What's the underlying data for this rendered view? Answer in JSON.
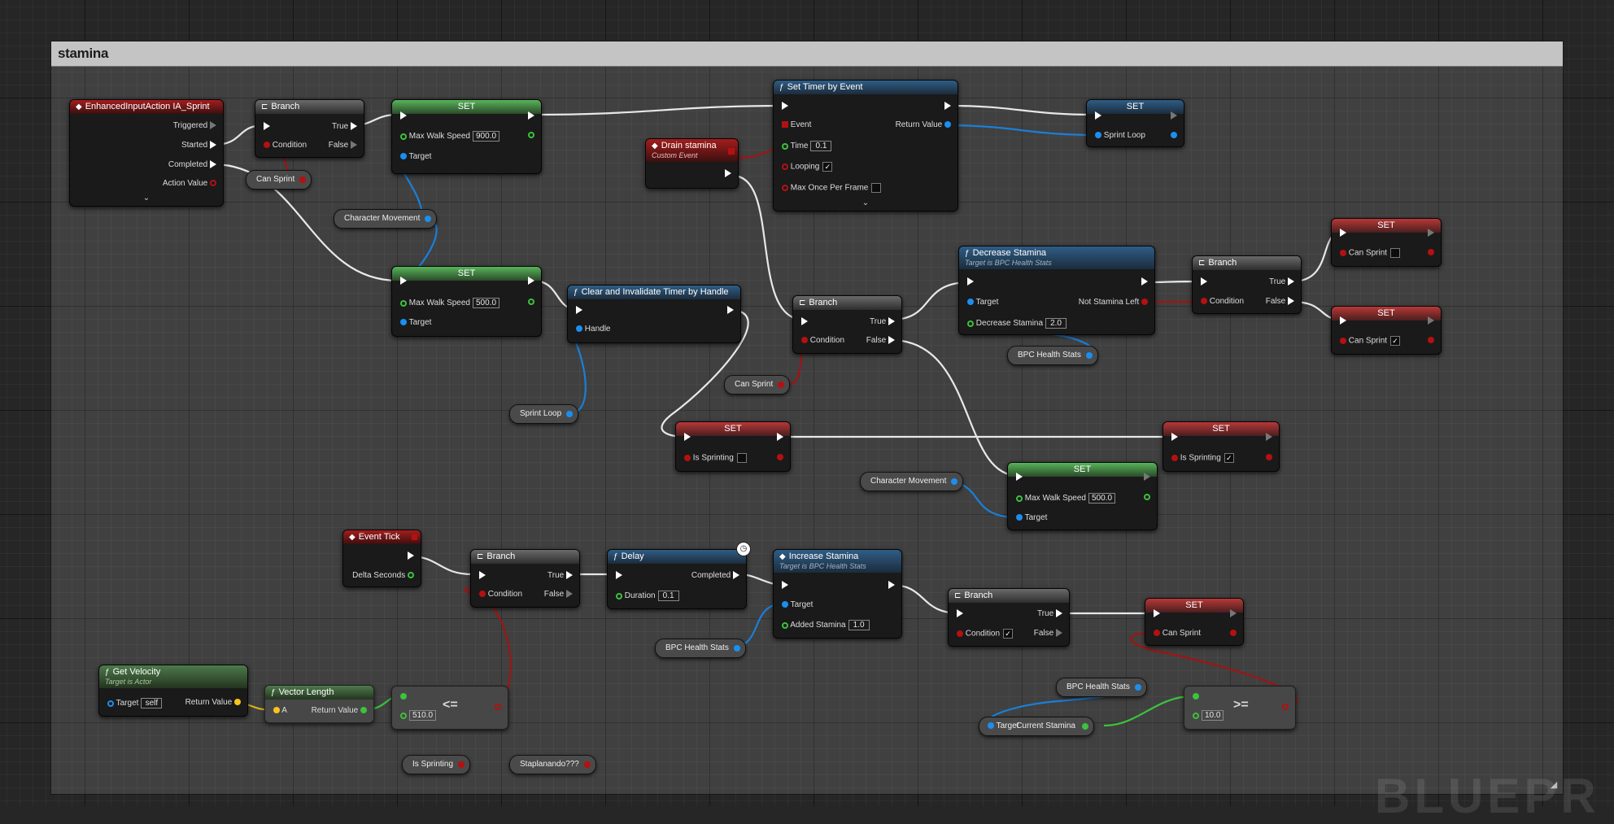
{
  "comment": {
    "title": "stamina"
  },
  "watermark": "BLUEPR",
  "nodes": {
    "enhanced_input": {
      "title": "EnhancedInputAction IA_Sprint",
      "pins": [
        "Triggered",
        "Started",
        "Completed",
        "Action Value"
      ]
    },
    "branch1": {
      "title": "Branch",
      "true": "True",
      "false": "False",
      "condition": "Condition"
    },
    "set1": {
      "title": "SET",
      "field": "Max Walk Speed",
      "value": "900.0",
      "target": "Target"
    },
    "set_timer": {
      "title": "Set Timer by Event",
      "event": "Event",
      "time": "Time",
      "time_value": "0.1",
      "looping": "Looping",
      "max_once": "Max Once Per Frame",
      "return": "Return Value"
    },
    "set_sprint_loop": {
      "title": "SET",
      "field": "Sprint Loop"
    },
    "drain": {
      "title": "Drain stamina",
      "sub": "Custom Event"
    },
    "set2": {
      "title": "SET",
      "field": "Max Walk Speed",
      "value": "500.0",
      "target": "Target"
    },
    "clear_timer": {
      "title": "Clear and Invalidate Timer by Handle",
      "handle": "Handle"
    },
    "branch2": {
      "title": "Branch",
      "true": "True",
      "false": "False",
      "condition": "Condition"
    },
    "decrease": {
      "title": "Decrease Stamina",
      "sub": "Target is BPC Health Stats",
      "target": "Target",
      "field": "Decrease Stamina",
      "value": "2.0",
      "out": "Not Stamina Left"
    },
    "branch3": {
      "title": "Branch",
      "true": "True",
      "false": "False",
      "condition": "Condition"
    },
    "set_cansprint_a": {
      "title": "SET",
      "field": "Can Sprint"
    },
    "set_cansprint_b": {
      "title": "SET",
      "field": "Can Sprint"
    },
    "set_sprinting_a": {
      "title": "SET",
      "field": "Is Sprinting"
    },
    "set_sprinting_b": {
      "title": "SET",
      "field": "Is Sprinting"
    },
    "set3": {
      "title": "SET",
      "field": "Max Walk Speed",
      "value": "500.0",
      "target": "Target"
    },
    "event_tick": {
      "title": "Event Tick",
      "out": "Delta Seconds"
    },
    "branch4": {
      "title": "Branch",
      "true": "True",
      "false": "False",
      "condition": "Condition"
    },
    "delay": {
      "title": "Delay",
      "completed": "Completed",
      "duration": "Duration",
      "value": "0.1"
    },
    "increase": {
      "title": "Increase Stamina",
      "sub": "Target is BPC Health Stats",
      "target": "Target",
      "field": "Added Stamina",
      "value": "1.0"
    },
    "branch5": {
      "title": "Branch",
      "true": "True",
      "false": "False",
      "condition": "Condition"
    },
    "set_cansprint_c": {
      "title": "SET",
      "field": "Can Sprint"
    },
    "get_velocity": {
      "title": "Get Velocity",
      "sub": "Target is Actor",
      "target": "Target",
      "target_value": "self",
      "return": "Return Value"
    },
    "vector_length": {
      "title": "Vector Length",
      "a": "A",
      "return": "Return Value"
    },
    "lte": {
      "symbol": "<=",
      "value": "510.0"
    },
    "gte": {
      "symbol": ">=",
      "value": "10.0"
    },
    "current_stamina": {
      "target": "Target",
      "out": "Current Stamina"
    }
  },
  "variables": {
    "can_sprint_1": "Can Sprint",
    "character_movement_1": "Character Movement",
    "sprint_loop": "Sprint Loop",
    "can_sprint_2": "Can Sprint",
    "bpc_health_1": "BPC Health Stats",
    "character_movement_2": "Character Movement",
    "bpc_health_2": "BPC Health Stats",
    "bpc_health_3": "BPC Health Stats",
    "is_sprinting": "Is Sprinting",
    "staplanando": "Staplanando???"
  },
  "colors": {
    "exec": "#ffffff",
    "bool": "#b51010",
    "float": "#3cc23c",
    "object": "#1a8ff0",
    "vector": "#f6c41c",
    "event": "#e03030"
  }
}
